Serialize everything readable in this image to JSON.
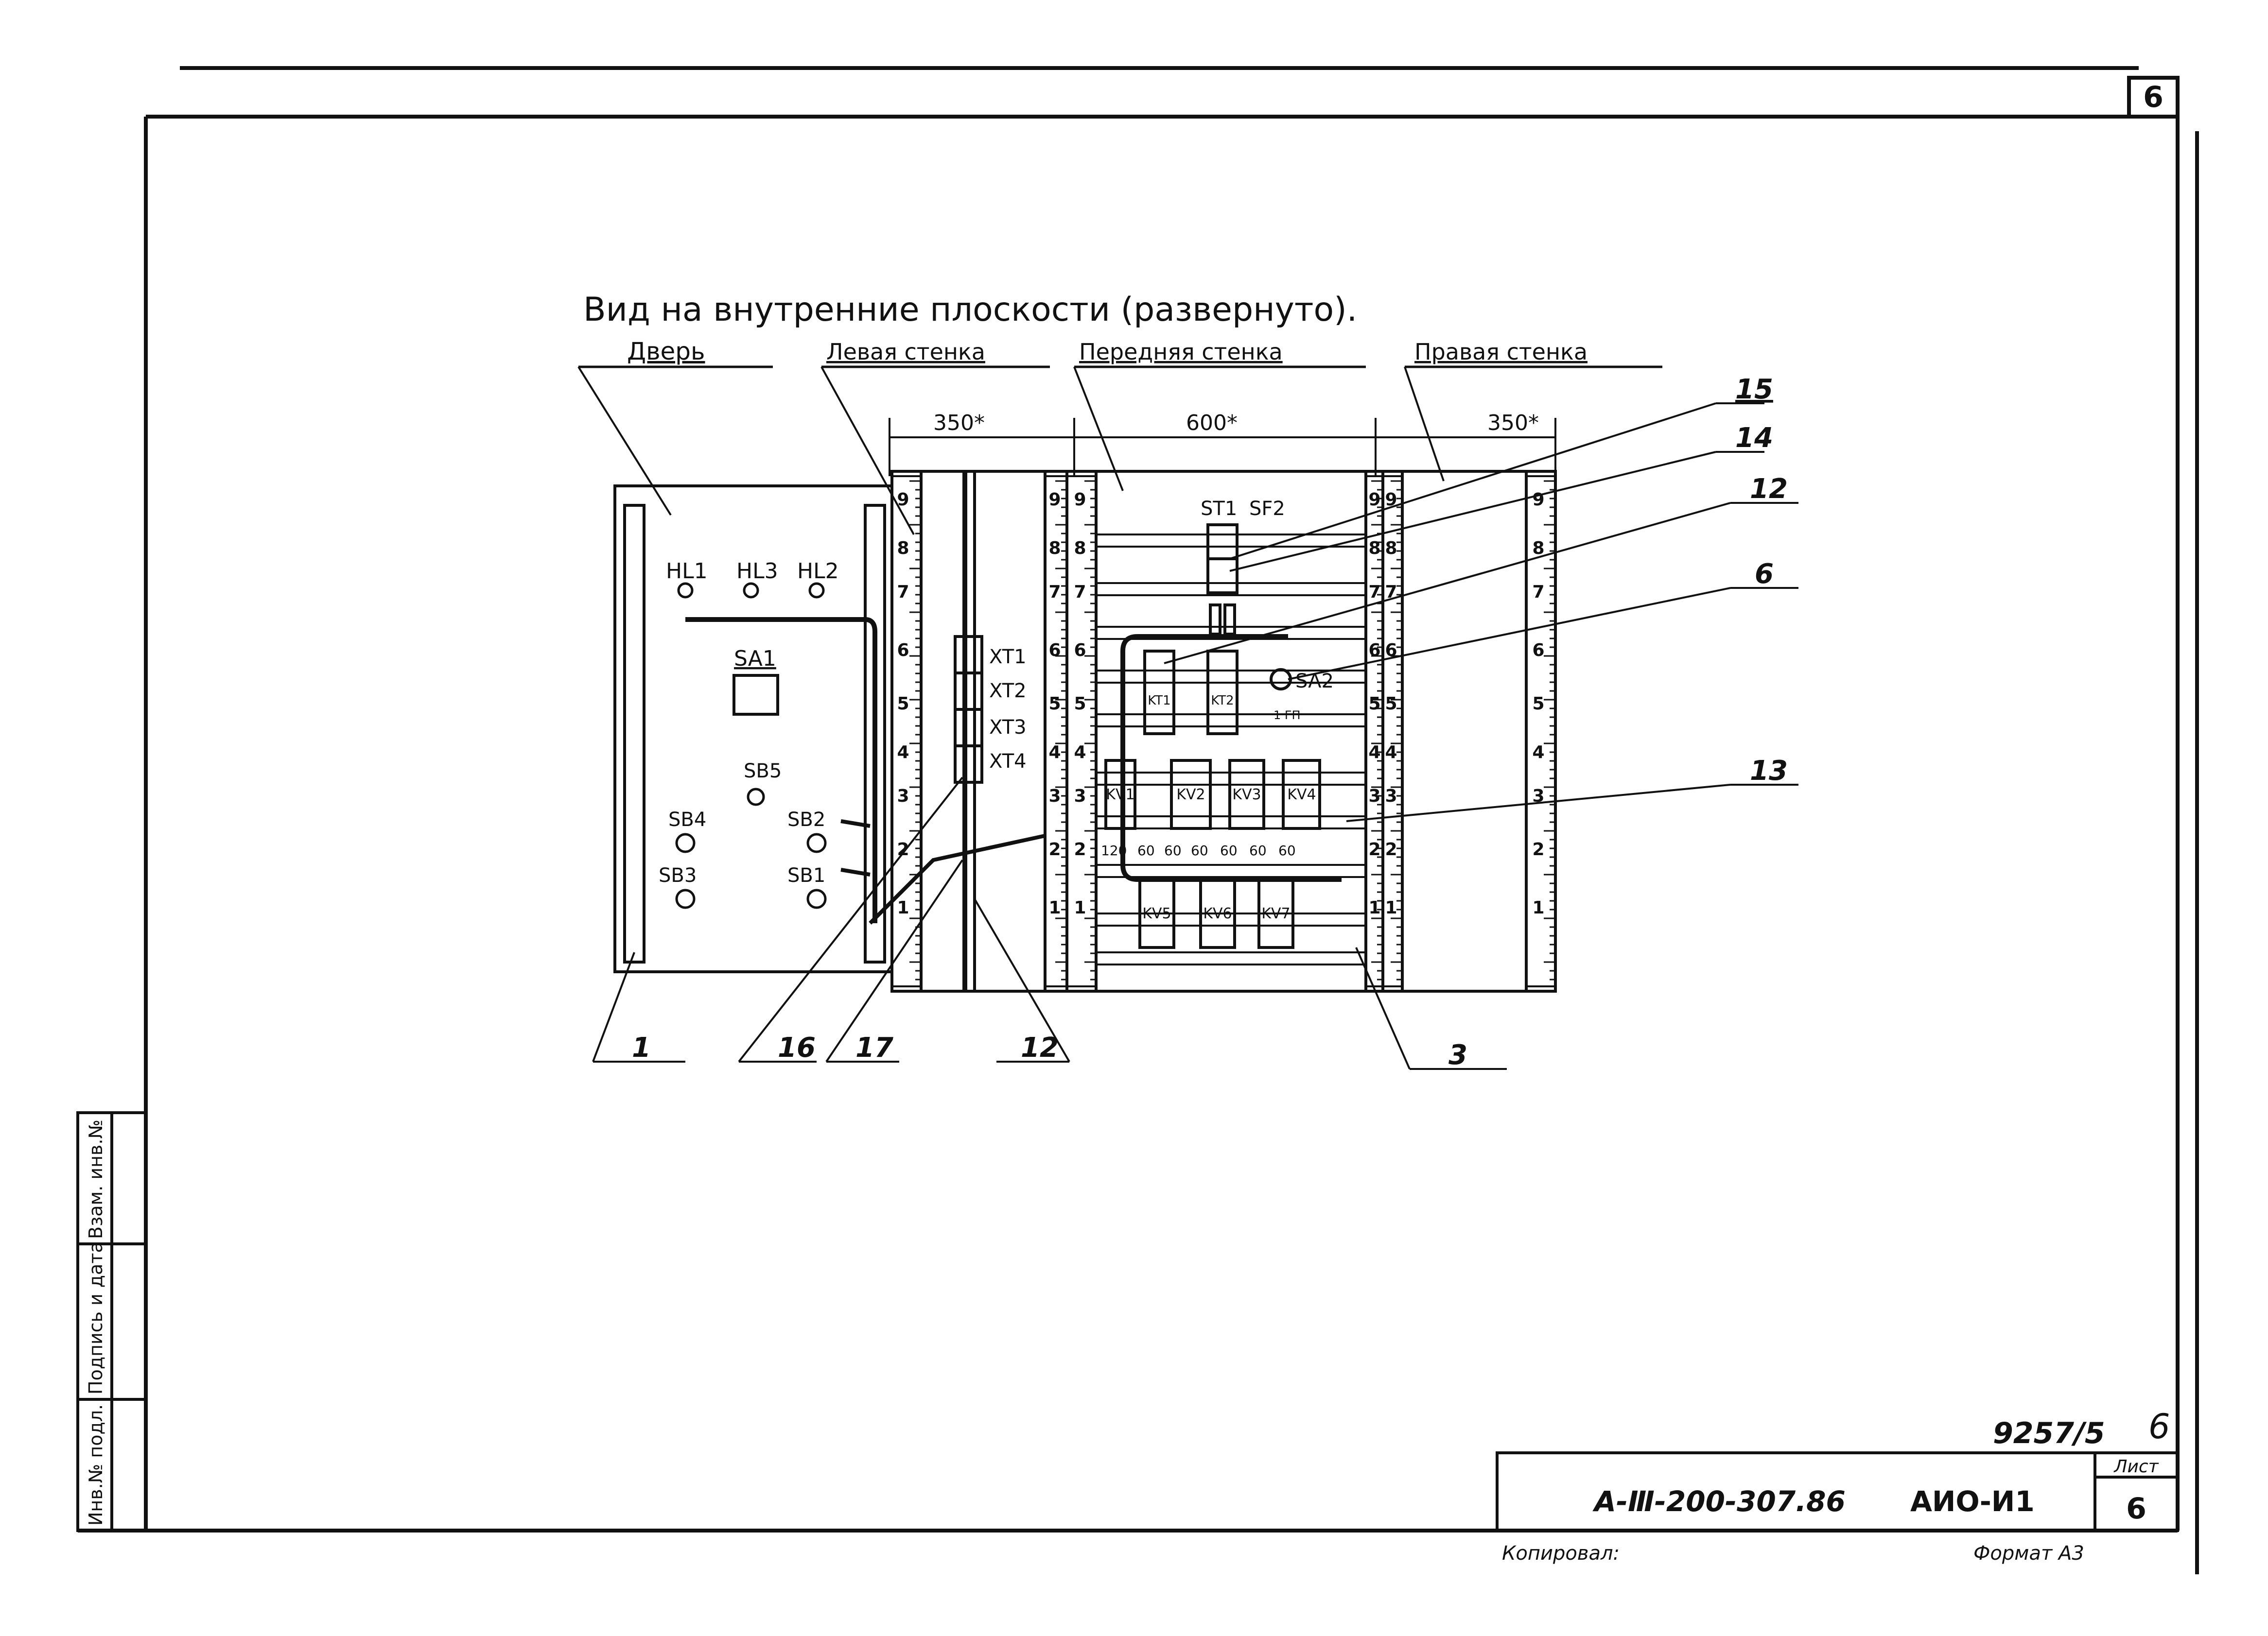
{
  "sheet": {
    "corner_number": "6",
    "doc_number": "9257/5",
    "doc_number_suffix": "6",
    "designation": "А-Ⅲ-200-307.86",
    "code": "АИО-И1",
    "sheet_label": "Лист",
    "sheet_value": "6",
    "copied": "Копировал:",
    "format": "Формат А3",
    "side_stamp": [
      "Инв.№ подл.",
      "Подпись и дата",
      "Взам. инв.№"
    ]
  },
  "drawing": {
    "title": "Вид на внутренние плоскости (развернуто).",
    "sections": {
      "door": "Дверь",
      "left": "Левая стенка",
      "rear": "Передняя стенка",
      "right": "Правая стенка"
    },
    "dims": {
      "left": "350*",
      "rear": "600*",
      "right": "350*"
    },
    "door_items": [
      "HL1",
      "HL3",
      "HL2",
      "SA1",
      "SB5",
      "SB4",
      "SB2",
      "SB3",
      "SB1"
    ],
    "terminals": [
      "XT1",
      "XT2",
      "XT3",
      "XT4"
    ],
    "rear_items": {
      "st1": "ST1",
      "sf2": "SF2",
      "sa2": "SA2",
      "kt1": "KT1",
      "kt2": "KT2",
      "relays_row": [
        "KV1",
        "KV2",
        "KV3",
        "KV4"
      ],
      "relays_bottom": [
        "KV5",
        "KV6",
        "KV7"
      ],
      "spacings": [
        "120",
        "60",
        "60",
        "60",
        "60",
        "60",
        "60"
      ],
      "extra": "1 ГП"
    },
    "rail_numbers": [
      "1",
      "2",
      "3",
      "4",
      "5",
      "6",
      "7",
      "8",
      "9"
    ],
    "callouts": [
      "15",
      "14",
      "12",
      "6",
      "13",
      "1",
      "16",
      "17",
      "12",
      "3"
    ]
  }
}
